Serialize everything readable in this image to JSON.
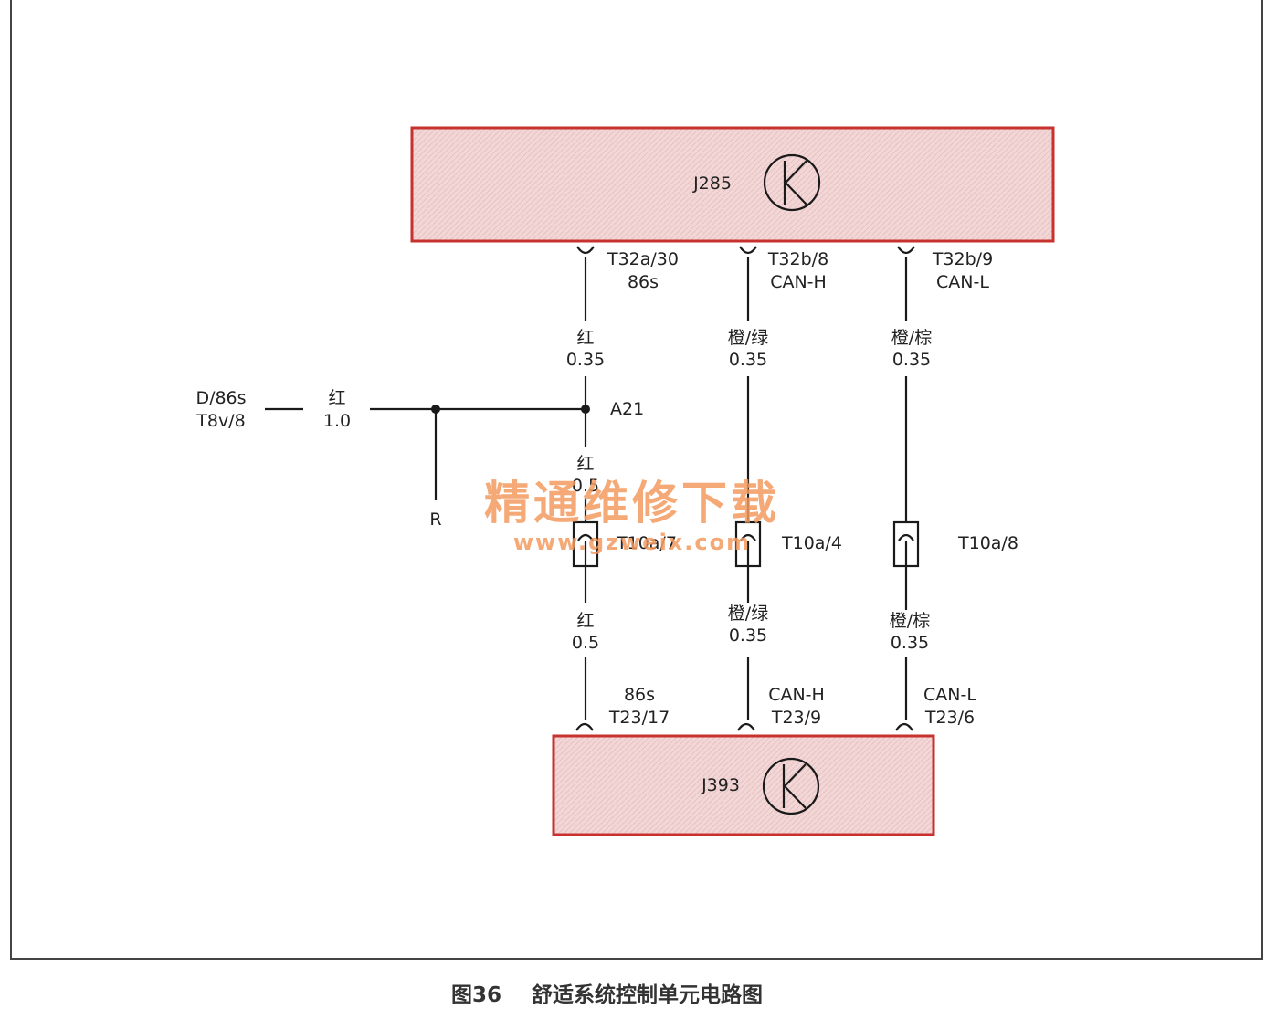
{
  "modules": {
    "top": {
      "name": "J285"
    },
    "bottom": {
      "name": "J393"
    }
  },
  "wires": {
    "w1": {
      "top_pin": "T32a/30",
      "top_signal": "86s",
      "color_upper": "红",
      "size_upper": "0.35",
      "splice": "A21",
      "color_mid": "红",
      "size_mid": "0.5",
      "connector": "T10a/7",
      "color_lower": "红",
      "size_lower": "0.5",
      "bottom_signal": "86s",
      "bottom_pin": "T23/17"
    },
    "w2": {
      "top_pin": "T32b/8",
      "top_signal": "CAN-H",
      "color_upper": "橙/绿",
      "size_upper": "0.35",
      "connector": "T10a/4",
      "color_lower": "橙/绿",
      "size_lower": "0.35",
      "bottom_signal": "CAN-H",
      "bottom_pin": "T23/9"
    },
    "w3": {
      "top_pin": "T32b/9",
      "top_signal": "CAN-L",
      "color_upper": "橙/棕",
      "size_upper": "0.35",
      "connector": "T10a/8",
      "color_lower": "橙/棕",
      "size_lower": "0.35",
      "bottom_signal": "CAN-L",
      "bottom_pin": "T23/6"
    }
  },
  "feed": {
    "source_line1": "D/86s",
    "source_line2": "T8v/8",
    "color": "红",
    "size": "1.0",
    "branch_label": "R"
  },
  "watermark": {
    "cn": "精通维修下载",
    "url": "www.gzweix.com"
  },
  "caption": {
    "number": "图36",
    "title": "舒适系统控制单元电路图"
  },
  "colors": {
    "module_fill": "#f2d4d4",
    "module_border": "#c8322e",
    "line": "#1a1a1a",
    "watermark": "#f29a5e"
  }
}
